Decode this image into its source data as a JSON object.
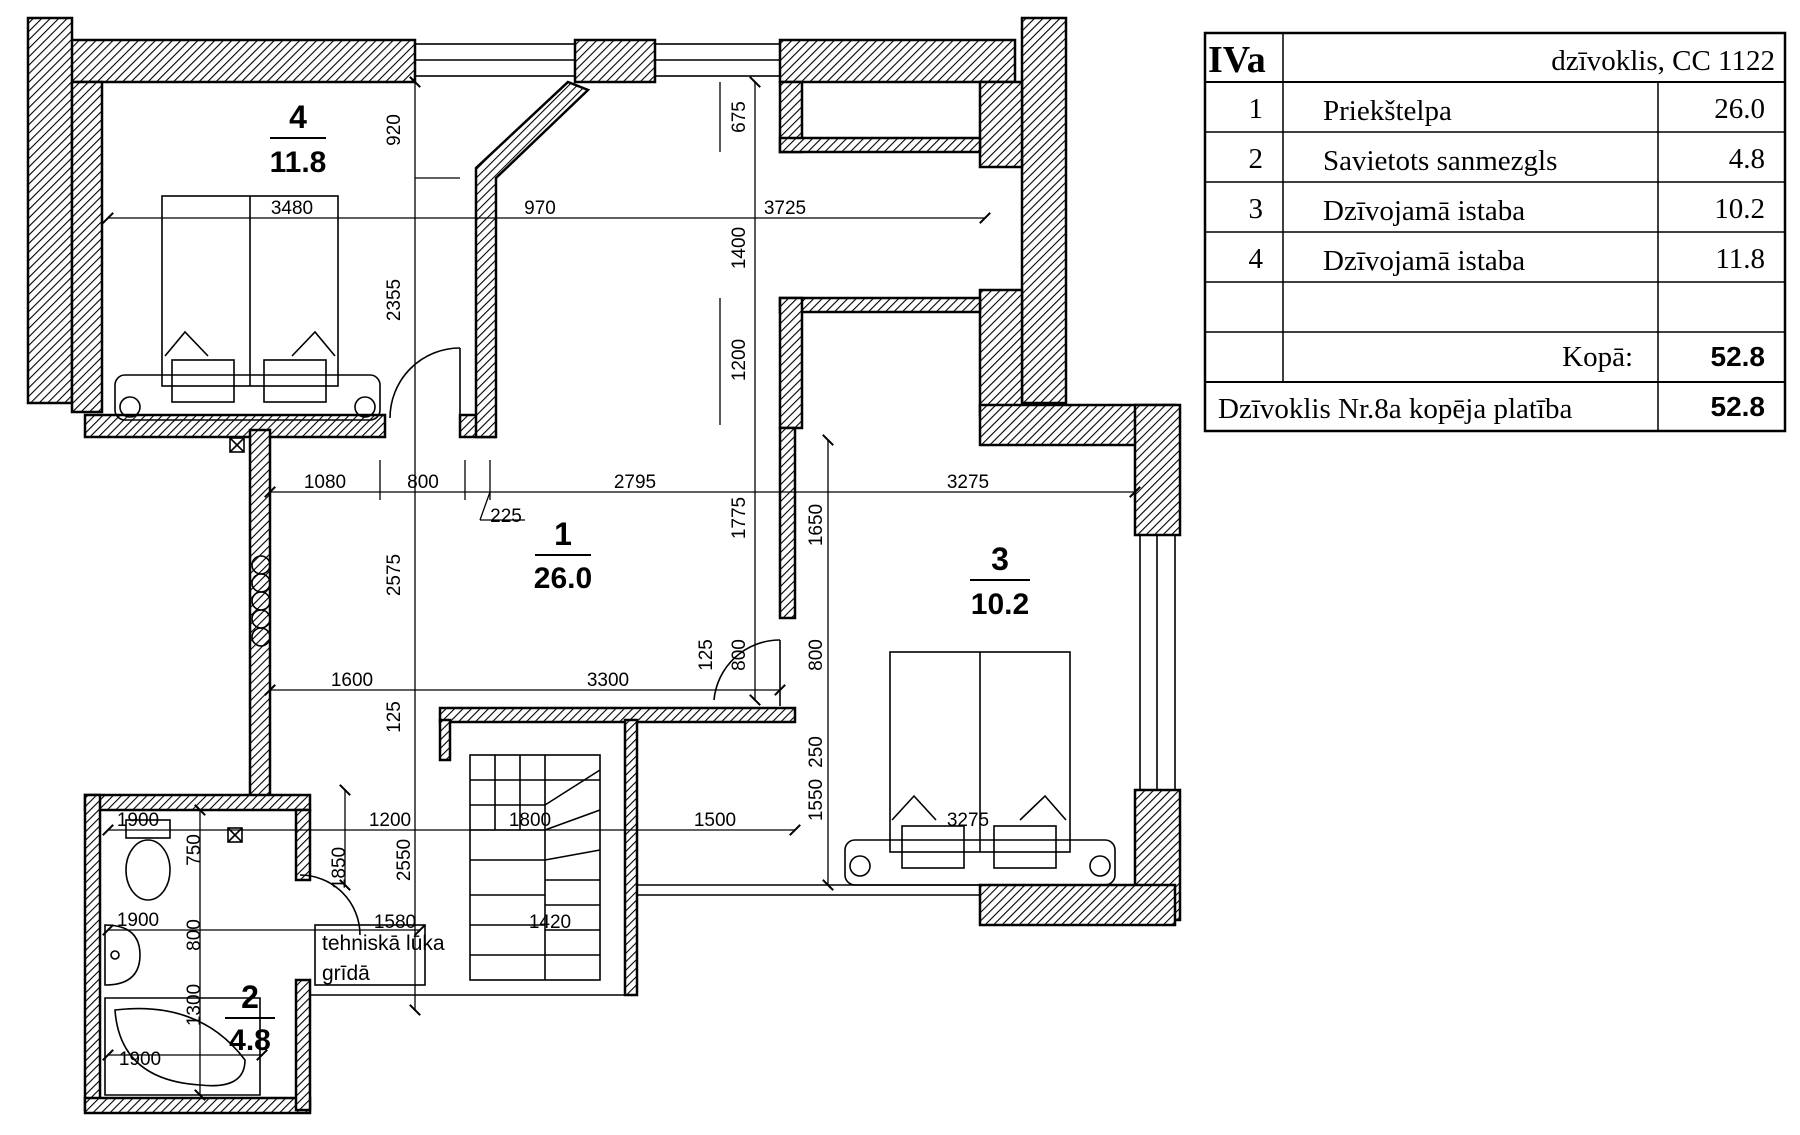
{
  "table": {
    "code": "IVa",
    "header": "dzīvoklis, CC 1122",
    "rows": [
      {
        "no": "1",
        "name": "Priekštelpa",
        "area": "26.0"
      },
      {
        "no": "2",
        "name": "Savietots sanmezgls",
        "area": "4.8"
      },
      {
        "no": "3",
        "name": "Dzīvojamā istaba",
        "area": "10.2"
      },
      {
        "no": "4",
        "name": "Dzīvojamā istaba",
        "area": "11.8"
      }
    ],
    "total_label": "Kopā:",
    "total_value": "52.8",
    "apartment_label": "Dzīvoklis Nr.8a kopēja platība",
    "apartment_value": "52.8"
  },
  "rooms": [
    {
      "number": "1",
      "area": "26.0"
    },
    {
      "number": "2",
      "area": "4.8"
    },
    {
      "number": "3",
      "area": "10.2"
    },
    {
      "number": "4",
      "area": "11.8"
    }
  ],
  "notes": {
    "hatch_line1": "tehniskā lūka",
    "hatch_line2": "grīdā"
  },
  "dimensions": {
    "d920": "920",
    "d675": "675",
    "d3480": "3480",
    "d970": "970",
    "d3725": "3725",
    "d1400": "1400",
    "d2355": "2355",
    "d1200": "1200",
    "d1080": "1080",
    "d800": "800",
    "d2795": "2795",
    "d3275": "3275",
    "d225": "225",
    "d1775": "1775",
    "d1650": "1650",
    "d2575": "2575",
    "d125": "125",
    "d1600": "1600",
    "d3300": "3300",
    "d250": "250",
    "d1550": "1550",
    "d1500": "1500",
    "d1800": "1800",
    "d1900": "1900",
    "d750": "750",
    "d1850": "1850",
    "d2550": "2550",
    "d1580": "1580",
    "d1420": "1420",
    "d1300": "1300"
  }
}
